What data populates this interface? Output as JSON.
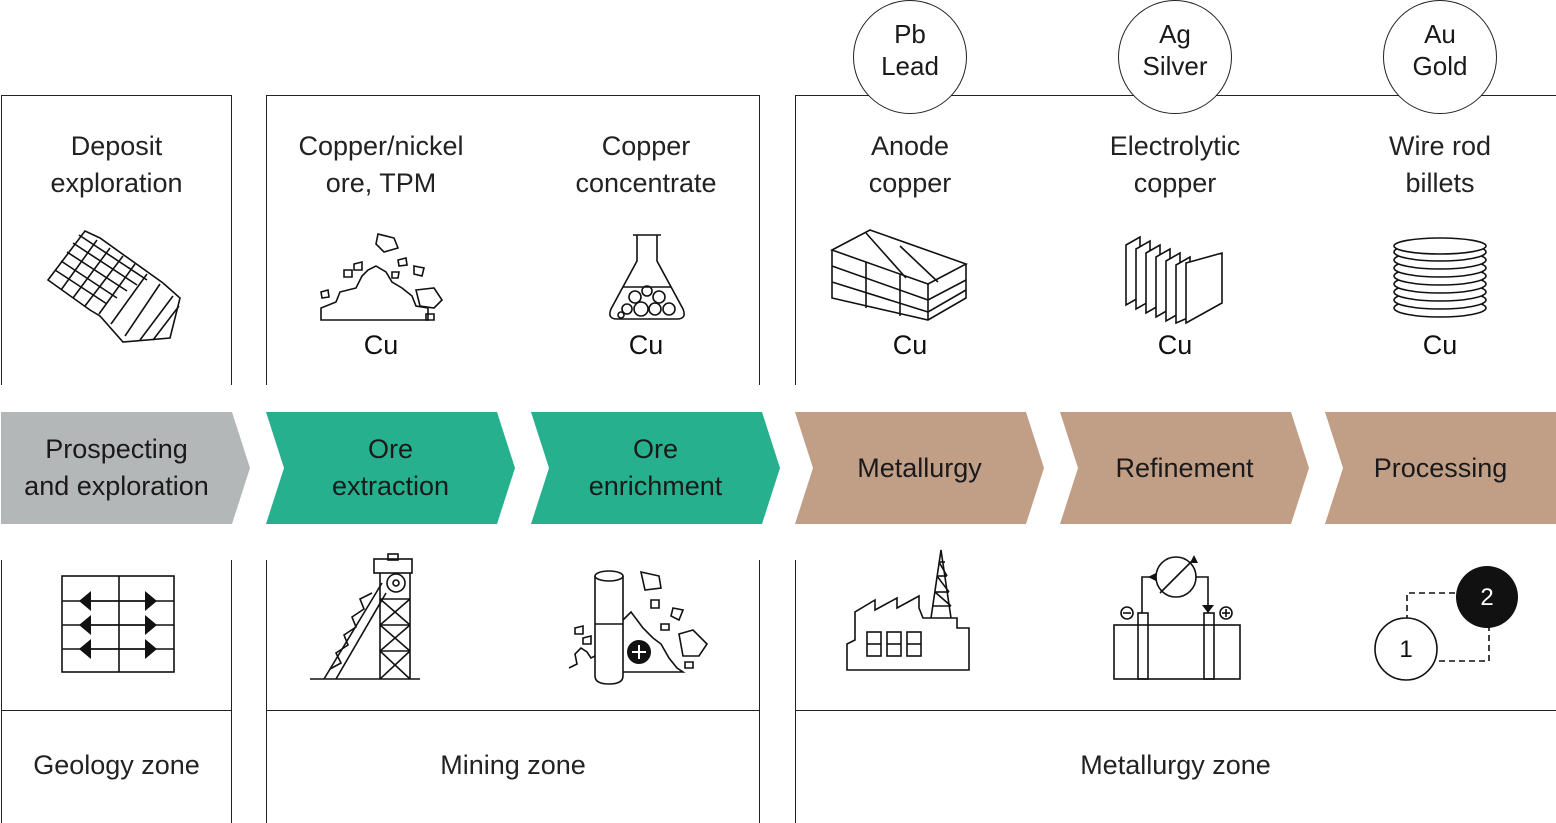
{
  "products": [
    {
      "label": "Deposit\nexploration",
      "element": ""
    },
    {
      "label": "Copper/nickel\nore, TPM",
      "element": "Cu"
    },
    {
      "label": "Copper\nconcentrate",
      "element": "Cu"
    },
    {
      "label": "Anode\ncopper",
      "element": "Cu"
    },
    {
      "label": "Electrolytic\ncopper",
      "element": "Cu"
    },
    {
      "label": "Wire rod\nbillets",
      "element": "Cu"
    }
  ],
  "by_products": [
    {
      "symbol": "Pb",
      "name": "Lead"
    },
    {
      "symbol": "Ag",
      "name": "Silver"
    },
    {
      "symbol": "Au",
      "name": "Gold"
    }
  ],
  "stages": [
    {
      "label": "Prospecting\nand exploration",
      "color": "#b4b7b7"
    },
    {
      "label": "Ore\nextraction",
      "color": "#26b08d"
    },
    {
      "label": "Ore\nenrichment",
      "color": "#26b08d"
    },
    {
      "label": "Metallurgy",
      "color": "#c19e86"
    },
    {
      "label": "Refinement",
      "color": "#c19e86"
    },
    {
      "label": "Processing",
      "color": "#c19e86"
    }
  ],
  "zones": [
    {
      "label": "Geology zone"
    },
    {
      "label": "Mining zone"
    },
    {
      "label": "Metallurgy zone"
    }
  ],
  "process_icons": [
    {
      "name": "map-arrows-icon"
    },
    {
      "name": "mine-headframe-icon"
    },
    {
      "name": "test-tube-ore-icon"
    },
    {
      "name": "factory-icon"
    },
    {
      "name": "electrolysis-cell-icon"
    },
    {
      "name": "processing-steps-icon",
      "step_1": "1",
      "step_2": "2"
    }
  ]
}
